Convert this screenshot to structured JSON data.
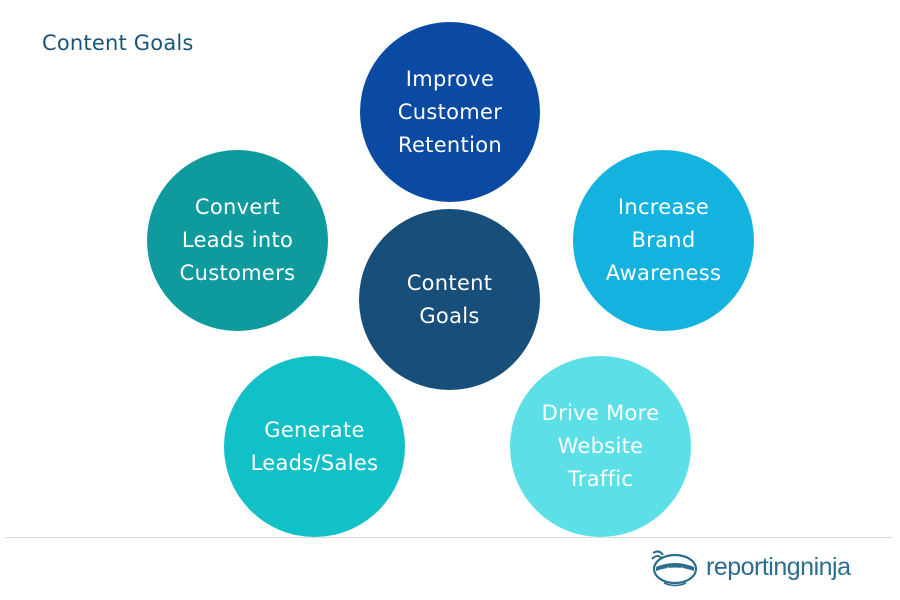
{
  "title": "Content Goals",
  "colors": {
    "title": "#1a5577",
    "top": "#0a4aa3",
    "center": "#184f7a",
    "left": "#0f9a9e",
    "right": "#14b2df",
    "bottom_left": "#12c0c8",
    "bottom_right": "#5ddfe8"
  },
  "diagram": {
    "center": "Content\nGoals",
    "top": "Improve\nCustomer\nRetention",
    "left": "Convert\nLeads into\nCustomers",
    "right": "Increase\nBrand\nAwareness",
    "bottom_left": "Generate\nLeads/Sales",
    "bottom_right": "Drive More\nWebsite\nTraffic"
  },
  "footer": {
    "brand": "reportingninja",
    "logo_icon": "ninja-icon"
  }
}
